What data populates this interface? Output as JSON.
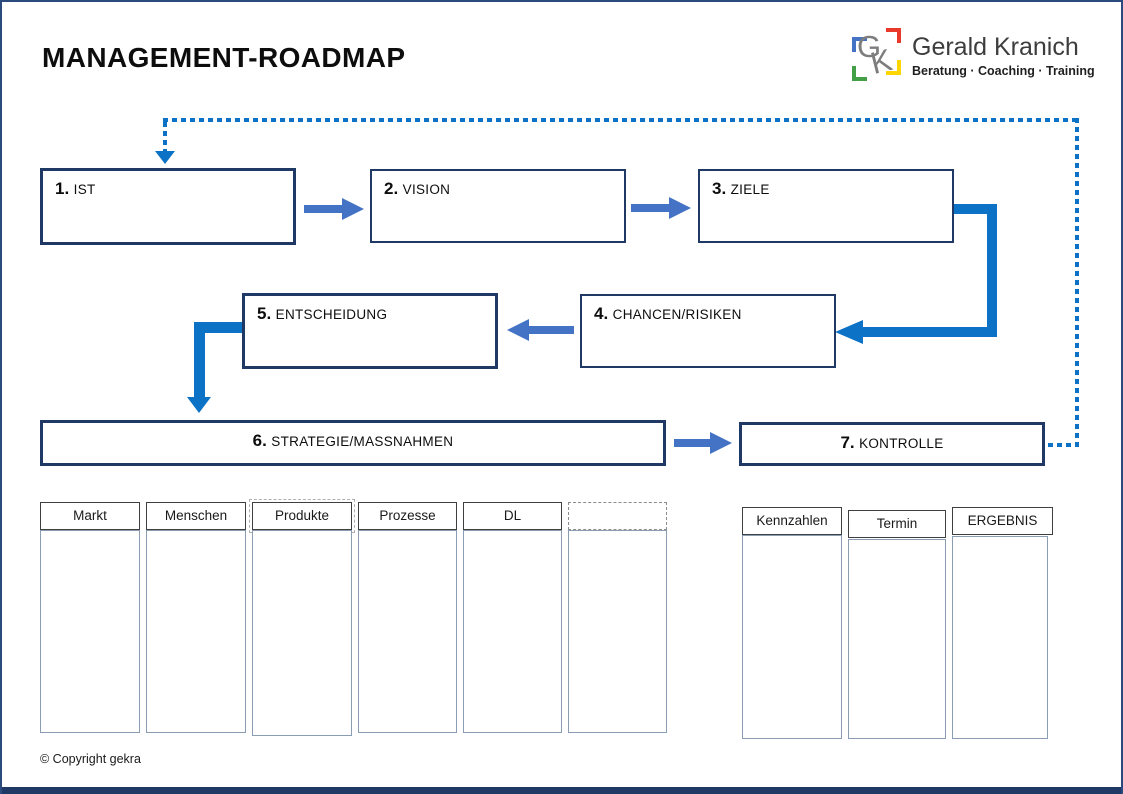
{
  "page": {
    "title": "MANAGEMENT-ROADMAP",
    "copyright": "© Copyright gekra",
    "border_color": "#2b4a7d",
    "bottom_bar_color": "#1f3864"
  },
  "logo": {
    "initial_g": "G",
    "initial_k": "K",
    "name": "Gerald Kranich",
    "tagline": "Beratung · Coaching · Training",
    "bracket_colors": {
      "top_left": "#4472C4",
      "top_right": "#E8392B",
      "bottom_left": "#43A047",
      "bottom_right": "#FFD500"
    }
  },
  "roadmap": {
    "steps": [
      {
        "num": "1.",
        "label": "IST"
      },
      {
        "num": "2.",
        "label": "VISION"
      },
      {
        "num": "3.",
        "label": "ZIELE"
      },
      {
        "num": "4.",
        "label": "CHANCEN/RISIKEN"
      },
      {
        "num": "5.",
        "label": "ENTSCHEIDUNG"
      },
      {
        "num": "6.",
        "label": "STRATEGIE/MASSNAHMEN"
      },
      {
        "num": "7.",
        "label": "KONTROLLE"
      }
    ],
    "colors": {
      "box_border": "#1f3864",
      "block_arrow": "#4472C4",
      "elbow_connector": "#0b72c6",
      "dotted_loop": "#0b72c6"
    }
  },
  "strategy_columns": [
    "Markt",
    "Menschen",
    "Produkte",
    "Prozesse",
    "DL",
    ""
  ],
  "control_columns": [
    "Kennzahlen",
    "Termin",
    "ERGEBNIS"
  ]
}
